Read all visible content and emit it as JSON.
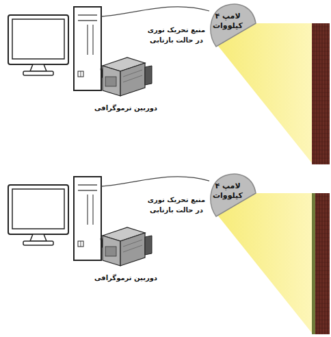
{
  "diagram": {
    "nodes": [
      {
        "text": [
          "لامپ ۴ کیلووات"
        ]
      },
      {
        "text": [
          "لامپ ۴ کیلووات"
        ]
      }
    ],
    "labels": [
      "منبع تحریک نوری در حالت بازتابی",
      "دوربین ترموگرافی",
      "منبع تحریک نوری در حالت بازتابی",
      "دوربین ترموگرافی"
    ]
  }
}
